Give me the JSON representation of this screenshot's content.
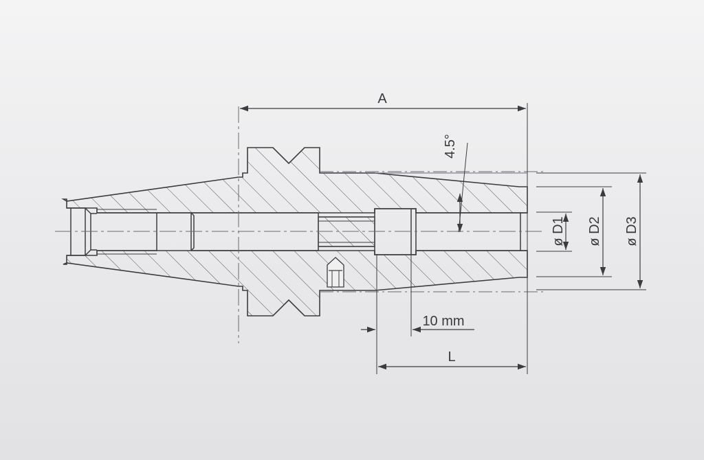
{
  "colors": {
    "background": "#eeeeef",
    "line": "#3c3c40",
    "hatch": "#55555a",
    "centerline": "#6a6a70"
  },
  "labels": {
    "a": "A",
    "angle": "4.5°",
    "d1": "ø D1",
    "d2": "ø D2",
    "d3": "ø D3",
    "ten_mm": "10 mm",
    "l": "L"
  }
}
